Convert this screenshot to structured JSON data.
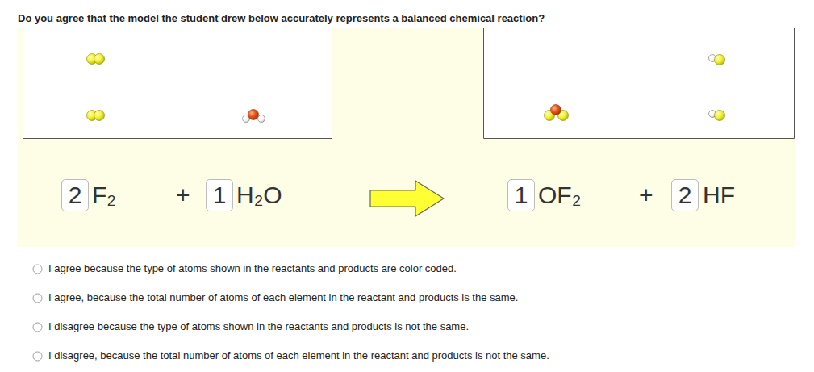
{
  "diagram": {
    "title": "Do you agree that the model the student drew below accurately represents a balanced chemical reaction?",
    "nodes": [
      {
        "text": [
          "2"
        ]
      },
      {
        "text": [
          "1"
        ]
      },
      {
        "text": [
          "1"
        ]
      },
      {
        "text": [
          "2"
        ]
      }
    ],
    "labels": [
      "F₂",
      "+",
      "H₂O",
      "OF₂",
      "+",
      "HF",
      "I agree because the type of atoms shown in the reactants and products are color coded.",
      "I agree, because the total number of atoms of each element in the reactant and products is the same.",
      "I disagree because the type of atoms shown in the reactants and products is not the same.",
      "I disagree, because the total number of atoms of each element in the reactant and products is not the same."
    ]
  }
}
